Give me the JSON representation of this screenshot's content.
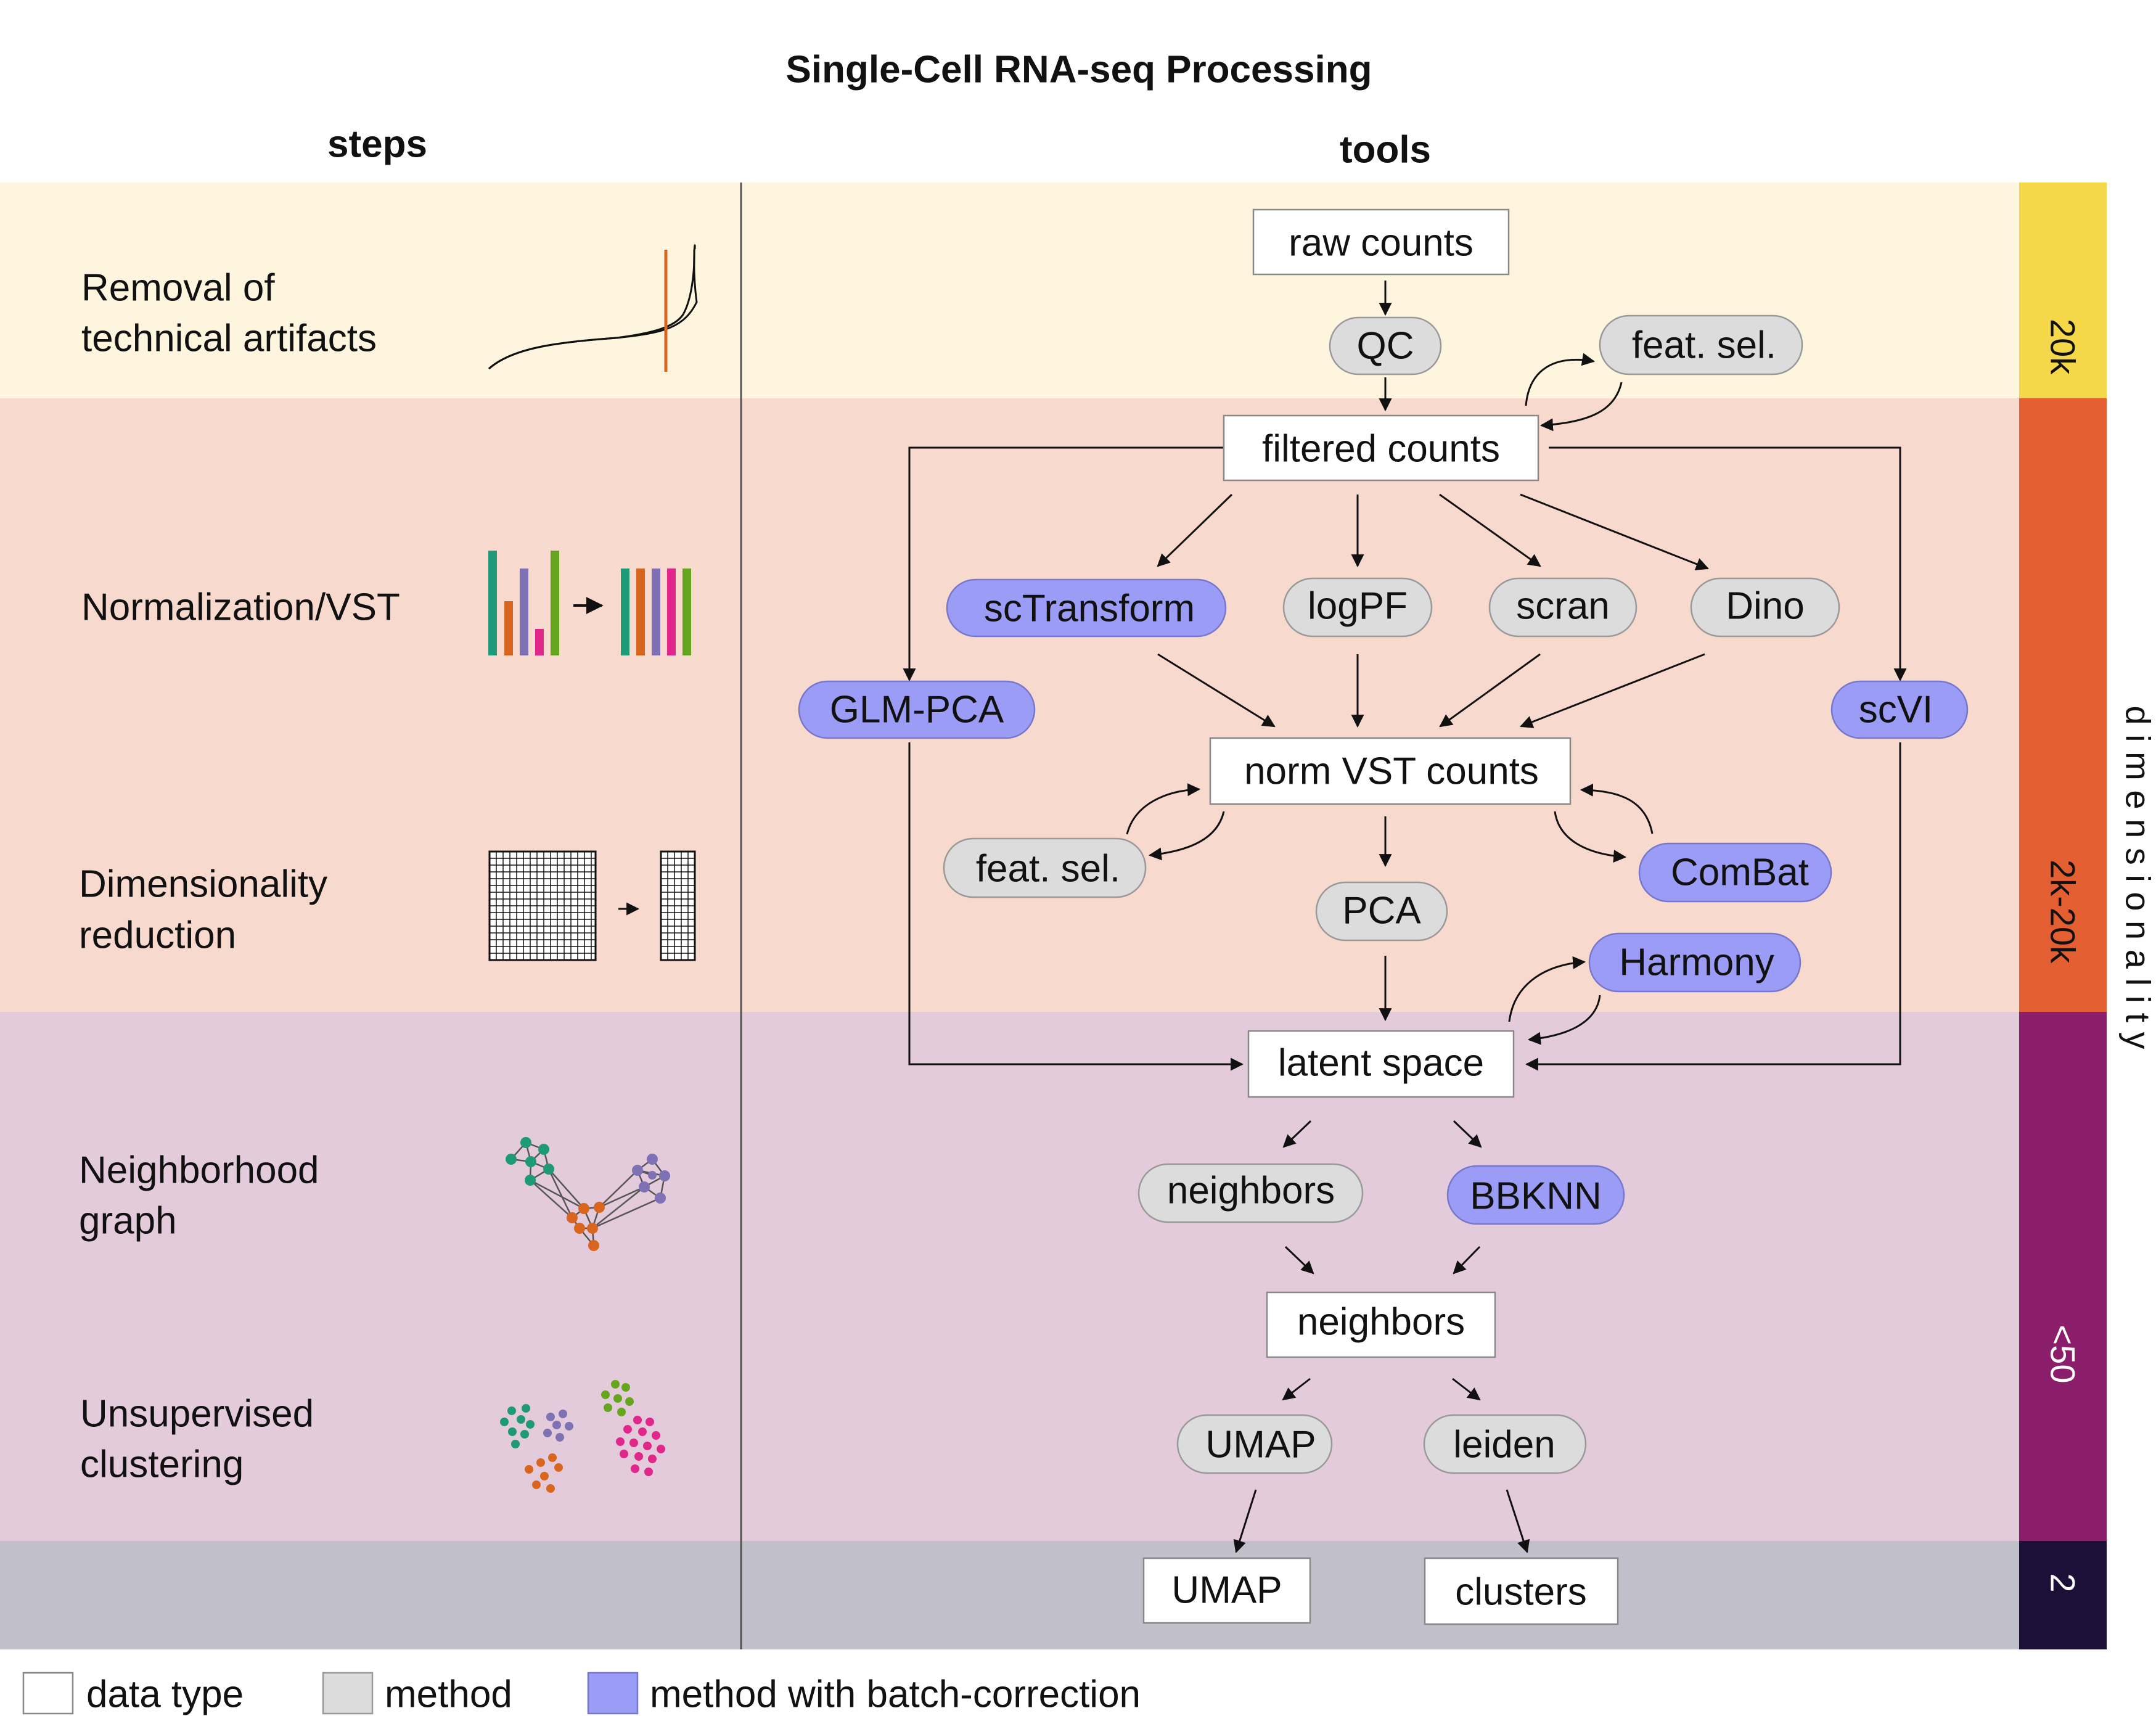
{
  "title": "Single-Cell RNA-seq Processing",
  "columns": {
    "steps": "steps",
    "tools": "tools"
  },
  "steps": {
    "removal_line1": "Removal of",
    "removal_line2": "technical artifacts",
    "normalization": "Normalization/VST",
    "dimred_line1": "Dimensionality",
    "dimred_line2": "reduction",
    "neighborhood_line1": "Neighborhood",
    "neighborhood_line2": "graph",
    "clustering_line1": "Unsupervised",
    "clustering_line2": "clustering"
  },
  "nodes": {
    "raw_counts": "raw counts",
    "qc": "QC",
    "feat_sel_1": "feat. sel.",
    "filtered_counts": "filtered counts",
    "sctransform": "scTransform",
    "logpf": "logPF",
    "scran": "scran",
    "dino": "Dino",
    "glm_pca": "GLM-PCA",
    "scvi": "scVI",
    "norm_vst_counts": "norm VST counts",
    "feat_sel_2": "feat. sel.",
    "combat": "ComBat",
    "pca": "PCA",
    "harmony": "Harmony",
    "latent_space": "latent space",
    "neighbors_method": "neighbors",
    "bbknn": "BBKNN",
    "neighbors_data": "neighbors",
    "umap_method": "UMAP",
    "leiden": "leiden",
    "umap_data": "UMAP",
    "clusters": "clusters"
  },
  "dimensionality": {
    "label": "d i m e n s i o n a l i t y",
    "bands": [
      "20k",
      "2k-20k",
      "<50",
      "2"
    ]
  },
  "legend": {
    "data_type": "data type",
    "method": "method",
    "batch": "method with batch-correction"
  },
  "colors": {
    "band_1": "#fdf5de",
    "band_2": "#f8d9ce",
    "band_3": "#e4cbdc",
    "band_4": "#c1bfca",
    "dim_20k": "#f4d84a",
    "dim_2k20k": "#e35f32",
    "dim_lt50": "#8b1e6a",
    "dim_2": "#1c0f38",
    "method": "#dcdcdc",
    "batch_method": "#9a9cf6",
    "data_type": "#ffffff"
  }
}
